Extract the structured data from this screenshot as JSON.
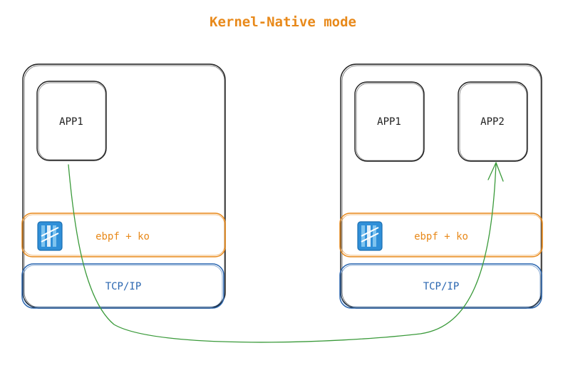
{
  "title": "Kernel-Native mode",
  "colors": {
    "title": "#e8891a",
    "ebpf": "#e8891a",
    "tcp": "#2a66b0",
    "frame": "#1e1e1e",
    "arrow": "#3a9a3a",
    "icon_blue": "#2f8fd8",
    "icon_light": "#7fc4ef"
  },
  "left_host": {
    "apps": [
      {
        "label": "APP1"
      }
    ],
    "ebpf_label": "ebpf + ko",
    "ebpf_icon": "kernel-module-icon",
    "tcp_label": "TCP/IP"
  },
  "right_host": {
    "apps": [
      {
        "label": "APP1"
      },
      {
        "label": "APP2"
      }
    ],
    "ebpf_label": "ebpf + ko",
    "ebpf_icon": "kernel-module-icon",
    "tcp_label": "TCP/IP"
  }
}
